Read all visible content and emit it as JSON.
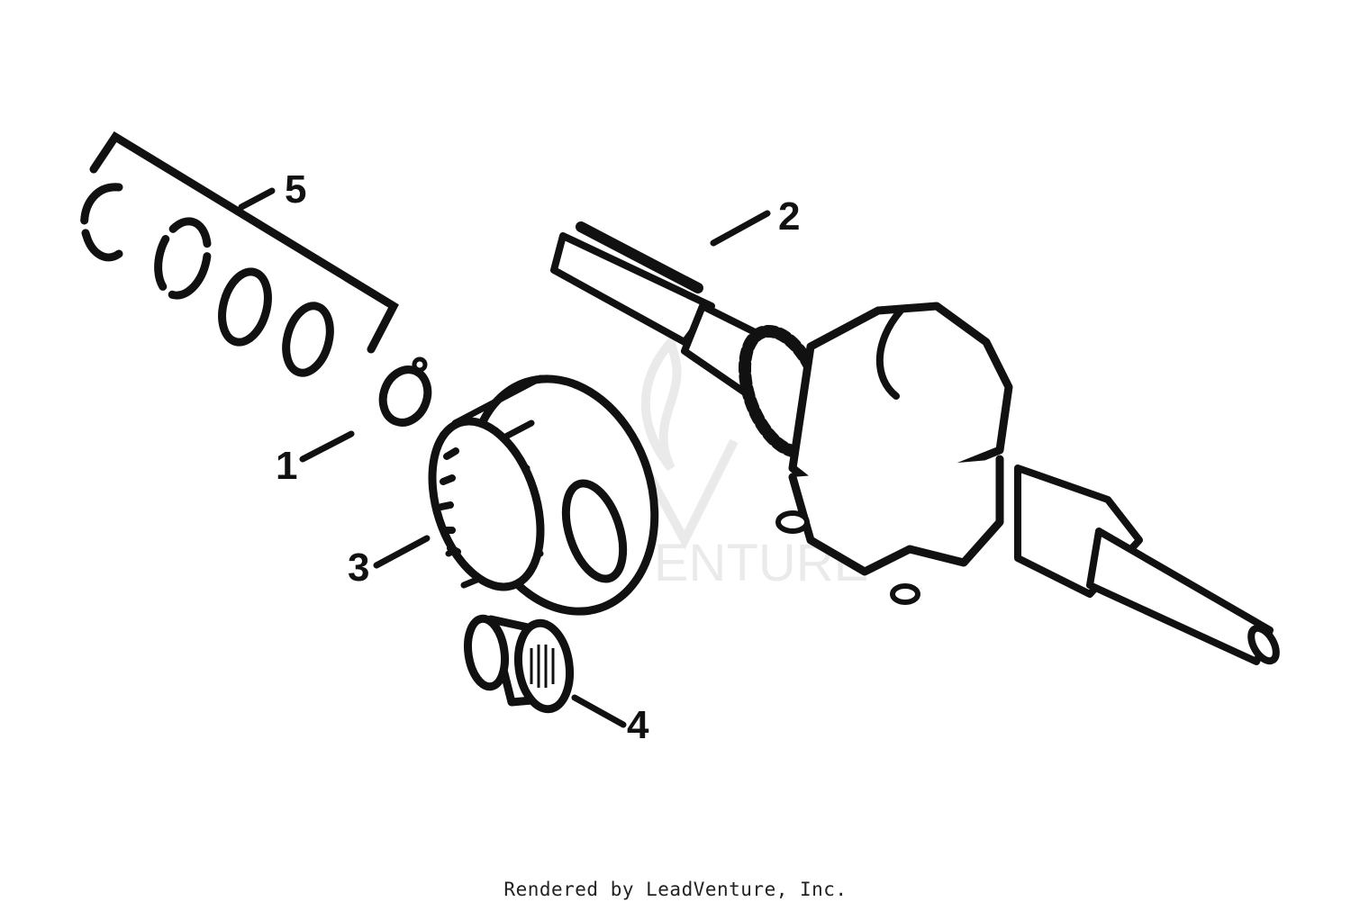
{
  "callouts": [
    {
      "id": "1",
      "label": "1"
    },
    {
      "id": "2",
      "label": "2"
    },
    {
      "id": "3",
      "label": "3"
    },
    {
      "id": "4",
      "label": "4"
    },
    {
      "id": "5",
      "label": "5"
    }
  ],
  "footer": {
    "text": "Rendered by LeadVenture, Inc."
  },
  "colors": {
    "ink": "#111111",
    "paper": "#ffffff"
  },
  "watermark": {
    "icon": "leadventure-logo-icon",
    "text": "LEADVENTURE"
  }
}
